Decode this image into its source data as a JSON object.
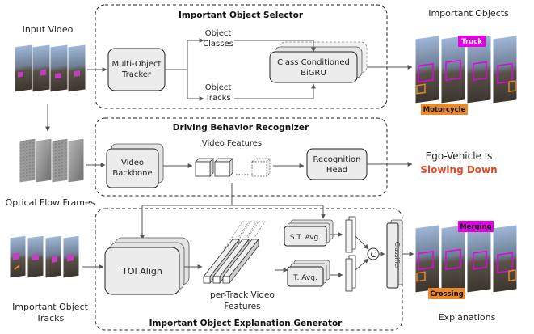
{
  "panels": {
    "selector_title": "Important Object Selector",
    "recognizer_title": "Driving Behavior Recognizer",
    "explainer_title": "Important Object Explanation Generator"
  },
  "inputs": {
    "input_video": "Input Video",
    "optical_flow": "Optical Flow Frames",
    "object_tracks_line1": "Important Object",
    "object_tracks_line2": "Tracks"
  },
  "selector": {
    "tracker_line1": "Multi-Object",
    "tracker_line2": "Tracker",
    "classes_line1": "Object",
    "classes_line2": "Classes",
    "tracks_line1": "Object",
    "tracks_line2": "Tracks",
    "bigru_line1": "Class Conditioned",
    "bigru_line2": "BiGRU"
  },
  "recognizer": {
    "backbone_line1": "Video",
    "backbone_line2": "Backbone",
    "features_label": "Video Features",
    "head_line1": "Recognition",
    "head_line2": "Head"
  },
  "explainer": {
    "toi_align": "TOI Align",
    "track_features_line1": "per-Track Video",
    "track_features_line2": "Features",
    "st_avg": "S.T. Avg.",
    "t_avg": "T. Avg.",
    "concat_symbol": "C",
    "classifier": "Classifier"
  },
  "outputs": {
    "important_objects": "Important Objects",
    "truck_tag": "Truck",
    "motorcycle_tag": "Motorcycle",
    "ego_line1": "Ego-Vehicle is",
    "ego_line2": "Slowing Down",
    "explanations": "Explanations",
    "merging_tag": "Merging",
    "crossing_tag": "Crossing"
  },
  "colors": {
    "magenta": "#e600e6",
    "orange": "#e8892e",
    "action_red": "#e04a2a"
  }
}
